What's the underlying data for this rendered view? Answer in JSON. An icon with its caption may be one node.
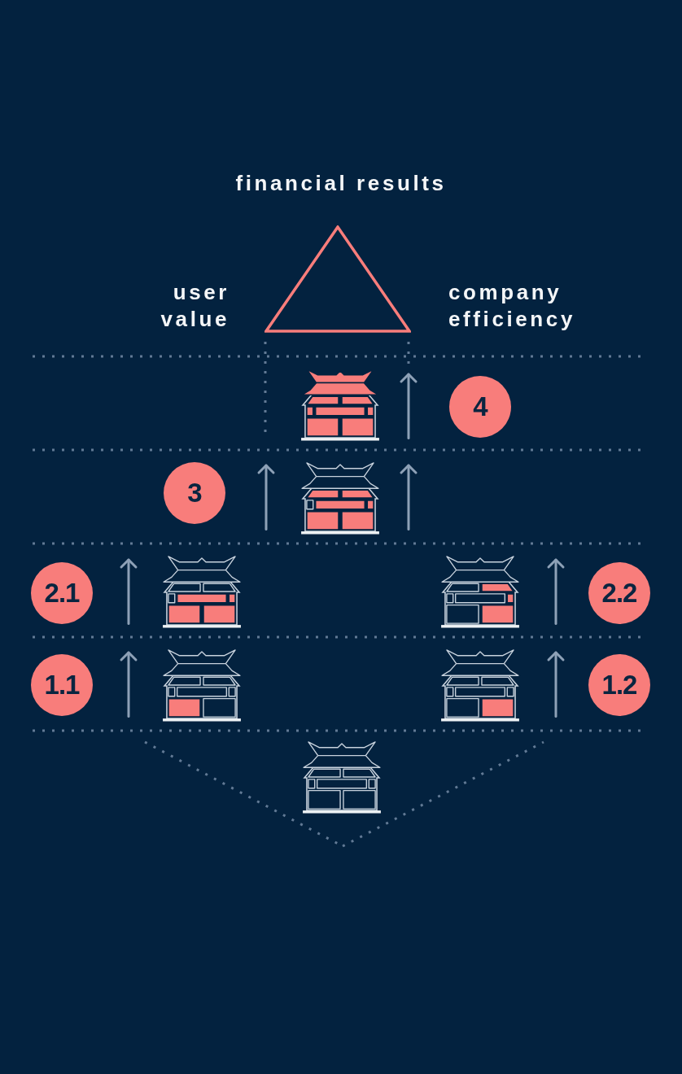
{
  "diagram": {
    "nodes": [
      {
        "text": [],
        "shape": "triangle"
      },
      {
        "text": [
          "4"
        ]
      },
      {
        "text": [
          "3"
        ]
      },
      {
        "text": [
          "2.1"
        ]
      },
      {
        "text": [
          "2.2"
        ]
      },
      {
        "text": [
          "1.1"
        ]
      },
      {
        "text": [
          "1.2"
        ]
      }
    ],
    "labels": [
      "financial results",
      "user value",
      "company efficiency"
    ]
  }
}
